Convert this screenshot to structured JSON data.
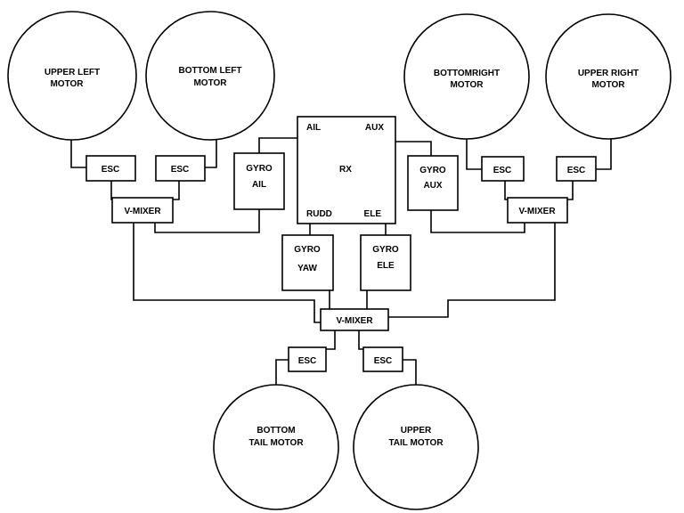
{
  "motors": {
    "upper_left": [
      "UPPER LEFT",
      "MOTOR"
    ],
    "bottom_left": [
      "BOTTOM LEFT",
      "MOTOR"
    ],
    "bottom_right": [
      "BOTTOMRIGHT",
      "MOTOR"
    ],
    "upper_right": [
      "UPPER RIGHT",
      "MOTOR"
    ],
    "bottom_tail": [
      "BOTTOM",
      "TAIL MOTOR"
    ],
    "upper_tail": [
      "UPPER",
      "TAIL MOTOR"
    ]
  },
  "esc": "ESC",
  "vmixer": "V-MIXER",
  "rx": {
    "label": "RX",
    "ail": "AIL",
    "aux": "AUX",
    "rudd": "RUDD",
    "ele": "ELE"
  },
  "gyros": {
    "ail": [
      "GYRO",
      "AIL"
    ],
    "aux": [
      "GYRO",
      "AUX"
    ],
    "yaw": [
      "GYRO",
      "YAW"
    ],
    "ele": [
      "GYRO",
      "ELE"
    ]
  }
}
